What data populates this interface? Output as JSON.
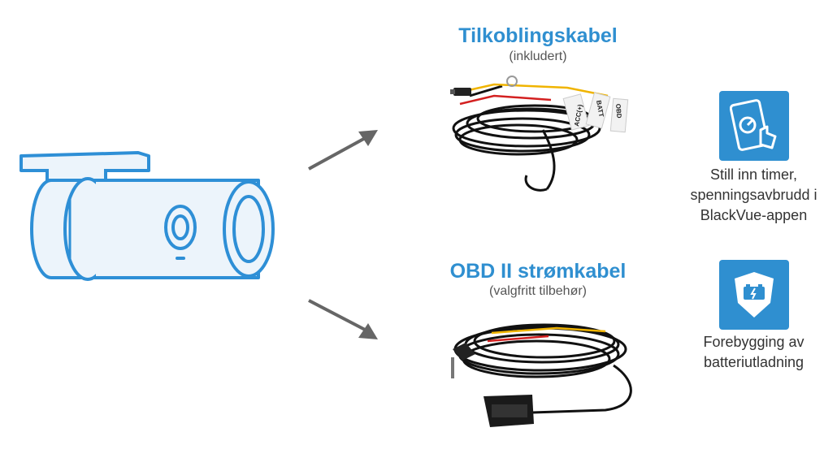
{
  "colors": {
    "accent": "#2f8fd0",
    "camera_outline": "#2e8fd6",
    "camera_fill": "#ecf4fb",
    "arrow": "#666666",
    "cable": "#111111"
  },
  "camera": {
    "icon": "dashcam-icon"
  },
  "hardwire": {
    "title": "Tilkoblingskabel",
    "subtitle": "(inkludert)",
    "tag_acc": "ACC(+)",
    "tag_batt": "BATT",
    "tag_obd": "OBD",
    "feature": {
      "icon": "smartphone-touch-icon",
      "lines": [
        "Still inn timer,",
        "spenningsavbrudd i",
        "BlackVue-appen"
      ]
    }
  },
  "obd": {
    "title": "OBD II strømkabel",
    "subtitle": "(valgfritt tilbehør)",
    "feature": {
      "icon": "battery-shield-icon",
      "lines": [
        "Forebygging av",
        "batteriutladning"
      ]
    }
  }
}
